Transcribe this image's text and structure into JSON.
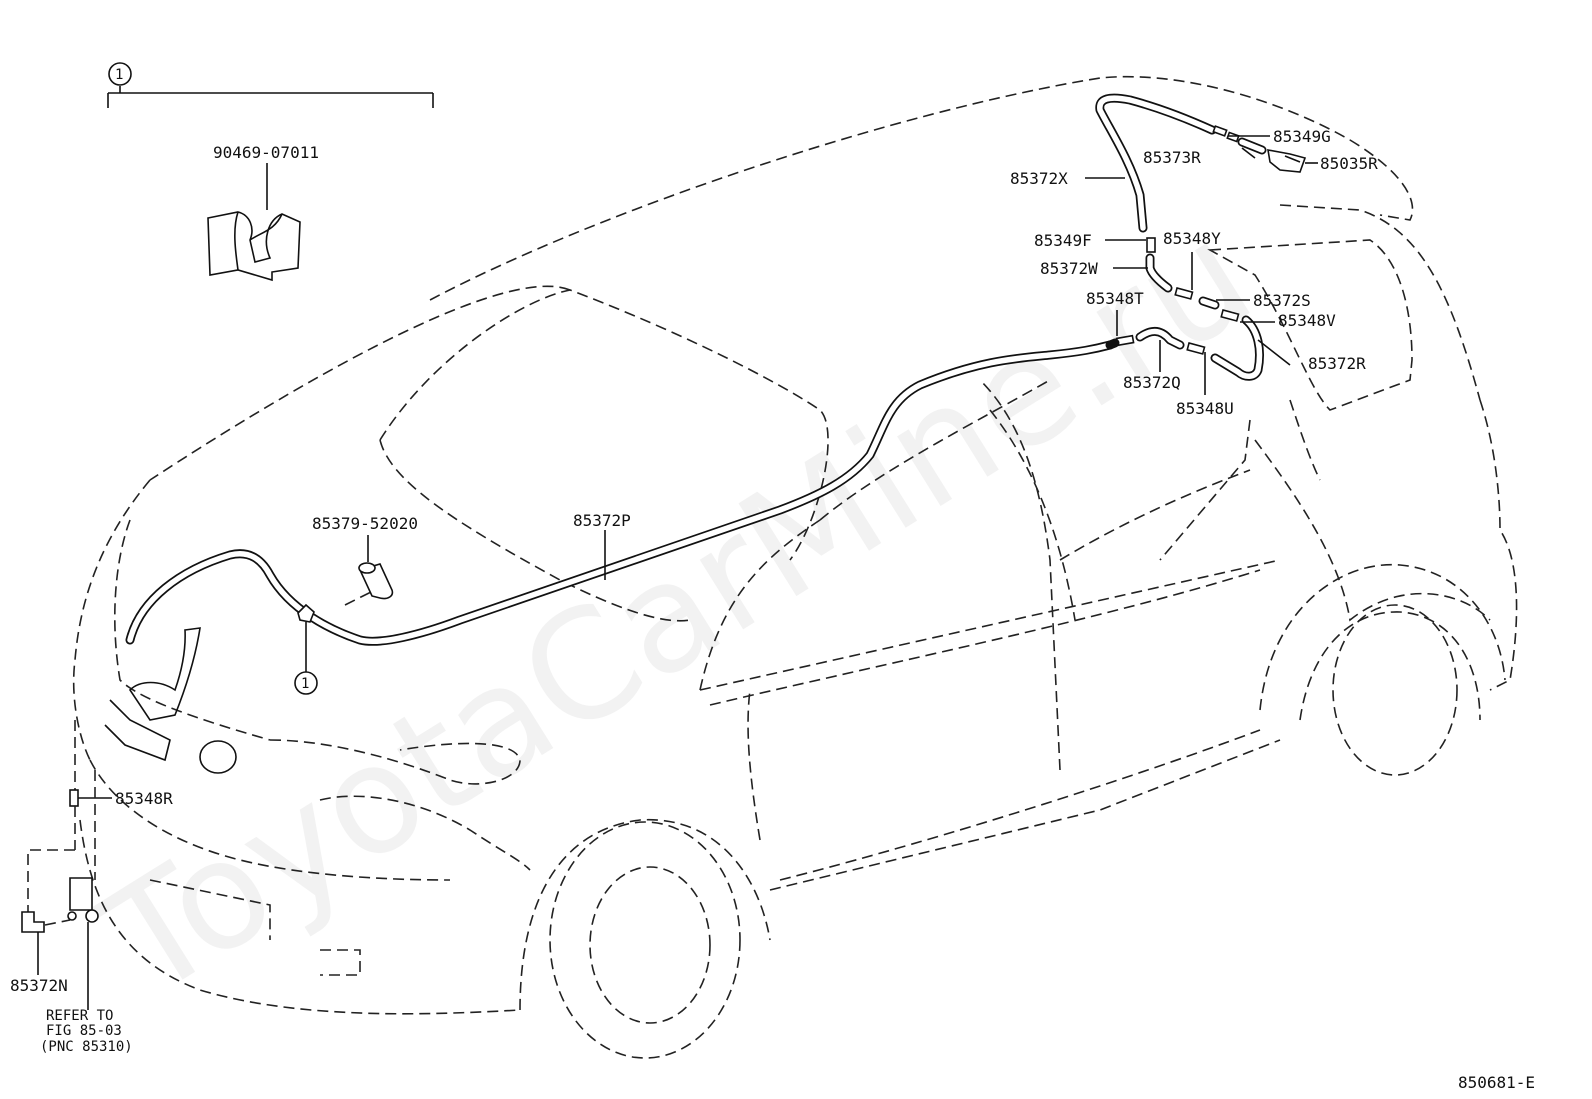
{
  "callout": {
    "number": "1"
  },
  "parts": {
    "p90469": "90469-07011",
    "p85379": "85379-52020",
    "p85372P": "85372P",
    "p85349G": "85349G",
    "p85373R": "85373R",
    "p85035R": "85035R",
    "p85372X": "85372X",
    "p85349F": "85349F",
    "p85348Y": "85348Y",
    "p85372W": "85372W",
    "p85348T": "85348T",
    "p85372S": "85372S",
    "p85348V": "85348V",
    "p85372R": "85372R",
    "p85372Q": "85372Q",
    "p85348U": "85348U",
    "p85348R": "85348R",
    "p85372N": "85372N"
  },
  "refer": {
    "line1": "REFER TO",
    "line2": "FIG 85-03",
    "line3": "(PNC 85310)"
  },
  "figure_code": "850681-E",
  "watermark": "ToyotaCarMine.ru"
}
